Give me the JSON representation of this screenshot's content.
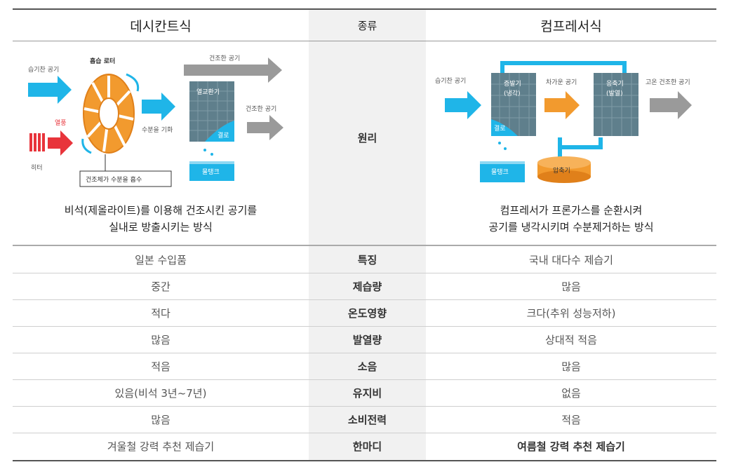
{
  "header": {
    "left_title": "데시칸트식",
    "mid_title": "종류",
    "right_title": "컴프레서식"
  },
  "principle": {
    "label": "원리",
    "left": {
      "humid_air": "습기찬 공기",
      "rotor": "흡습 로터",
      "heat": "열풍",
      "heater": "히터",
      "vaporize": "수분을 기화",
      "dry_air_top": "건조한 공기",
      "dry_air_mid": "건조한 공기",
      "heat_exchanger": "열교환기",
      "condensation": "결로",
      "water_tank": "물탱크",
      "absorb": "건조체가 수분을 흡수",
      "description_line1": "비석(제올라이트)를 이용해 건조시킨 공기를",
      "description_line2": "실내로 방출시키는 방식"
    },
    "right": {
      "humid_air": "습기찬 공기",
      "evaporator_1": "증발기",
      "evaporator_2": "(냉각)",
      "cold_air": "차가운 공기",
      "condenser_1": "응축기",
      "condenser_2": "(발열)",
      "hot_dry_air": "고온 건조한 공기",
      "condensation": "결로",
      "water_tank": "물탱크",
      "compressor": "압축기",
      "description_line1": "컴프레서가 프론가스를 순환시켜",
      "description_line2": "공기를 냉각시키며 수분제거하는 방식"
    }
  },
  "rows": [
    {
      "left": "일본 수입품",
      "mid": "특징",
      "right": "국내 대다수 제습기"
    },
    {
      "left": "중간",
      "mid": "제습량",
      "right": "많음"
    },
    {
      "left": "적다",
      "mid": "온도영향",
      "right": "크다(추위 성능저하)"
    },
    {
      "left": "많음",
      "mid": "발열량",
      "right": "상대적 적음"
    },
    {
      "left": "적음",
      "mid": "소음",
      "right": "많음"
    },
    {
      "left": "있음(비석 3년~7년)",
      "mid": "유지비",
      "right": "없음"
    },
    {
      "left": "많음",
      "mid": "소비전력",
      "right": "적음"
    },
    {
      "left": "겨울철 강력 추천 제습기",
      "mid": "한마디",
      "right": "여름철 강력 추천 제습기"
    }
  ],
  "colors": {
    "arrow_blue": "#1fb5e8",
    "arrow_red": "#e8343b",
    "arrow_orange": "#f29a2e",
    "arrow_gray": "#9a9a9a",
    "panel": "#5f7f8c"
  }
}
